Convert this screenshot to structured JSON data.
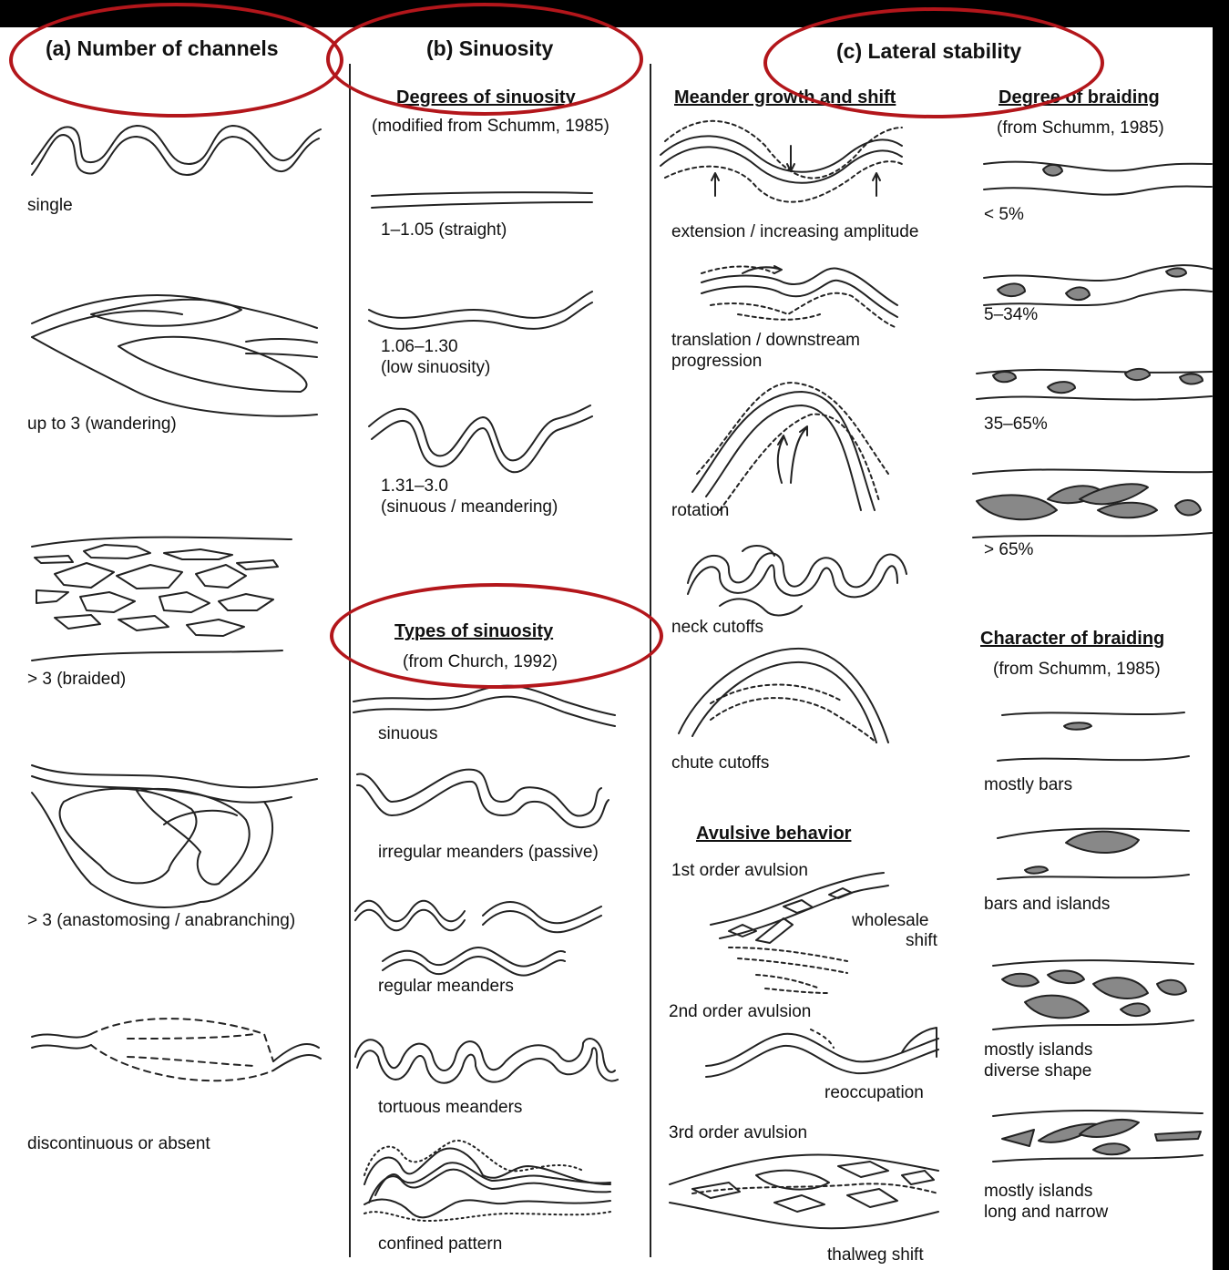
{
  "colors": {
    "annotation_red": "#b3161b",
    "ink": "#111111",
    "frame": "#000000"
  },
  "columns": {
    "a": {
      "title": "(a) Number of channels",
      "items": [
        "single",
        "up to 3 (wandering)",
        "> 3 (braided)",
        "> 3 (anastomosing / anabranching)",
        "discontinuous or absent"
      ]
    },
    "b": {
      "title": "(b) Sinuosity",
      "degrees_title": "Degrees of sinuosity",
      "degrees_source": "(modified from Schumm, 1985)",
      "degrees": [
        {
          "line1": "1–1.05 (straight)",
          "line2": ""
        },
        {
          "line1": "1.06–1.30",
          "line2": "(low sinuosity)"
        },
        {
          "line1": "1.31–3.0",
          "line2": "(sinuous / meandering)"
        }
      ],
      "types_title": "Types of sinuosity",
      "types_source": "(from Church, 1992)",
      "types": [
        "sinuous",
        "irregular meanders (passive)",
        "regular meanders",
        "tortuous meanders",
        "confined pattern"
      ]
    },
    "c": {
      "title": "(c) Lateral stability",
      "meander_title": "Meander growth and shift",
      "meander": [
        {
          "line1": "extension / increasing amplitude",
          "line2": ""
        },
        {
          "line1": "translation / downstream",
          "line2": "progression"
        },
        {
          "line1": "rotation",
          "line2": ""
        },
        {
          "line1": "neck cutoffs",
          "line2": ""
        },
        {
          "line1": "chute cutoffs",
          "line2": ""
        }
      ],
      "avulsive_title": "Avulsive behavior",
      "avulsion": [
        {
          "order": "1st order avulsion",
          "label1": "wholesale",
          "label2": "shift"
        },
        {
          "order": "2nd order avulsion",
          "label1": "reoccupation",
          "label2": ""
        },
        {
          "order": "3rd order avulsion",
          "label1": "thalweg shift",
          "label2": ""
        }
      ],
      "braiding_degree_title": "Degree of braiding",
      "braiding_degree_source": "(from Schumm, 1985)",
      "braiding_degree": [
        "< 5%",
        "5–34%",
        "35–65%",
        "> 65%"
      ],
      "braiding_char_title": "Character of braiding",
      "braiding_char_source": "(from Schumm, 1985)",
      "braiding_char": [
        {
          "line1": "mostly bars",
          "line2": ""
        },
        {
          "line1": "bars and islands",
          "line2": ""
        },
        {
          "line1": "mostly islands",
          "line2": "diverse shape"
        },
        {
          "line1": "mostly islands",
          "line2": "long and narrow"
        }
      ]
    }
  }
}
